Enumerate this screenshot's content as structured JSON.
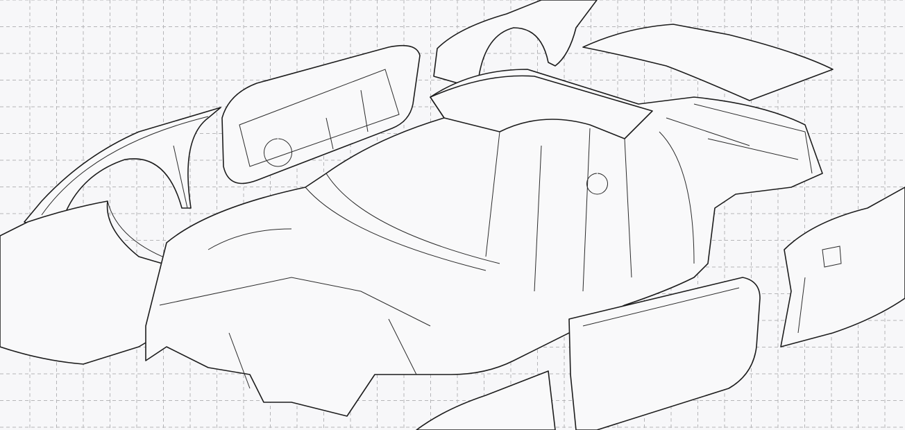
{
  "illustration": {
    "subject": "exploded-car-body-line-drawing",
    "background_color": "#f7f7f9",
    "grid_color": "#b5b5b8",
    "line_color": "#1c1c1c"
  },
  "icons": [
    "car-body-shell",
    "hood-panel",
    "front-fender-left",
    "door-inner-panel",
    "rear-fender-top",
    "roof-panel",
    "trunk-lid",
    "rear-quarter-panel",
    "door-outer-panel",
    "front-bumper-panel"
  ]
}
